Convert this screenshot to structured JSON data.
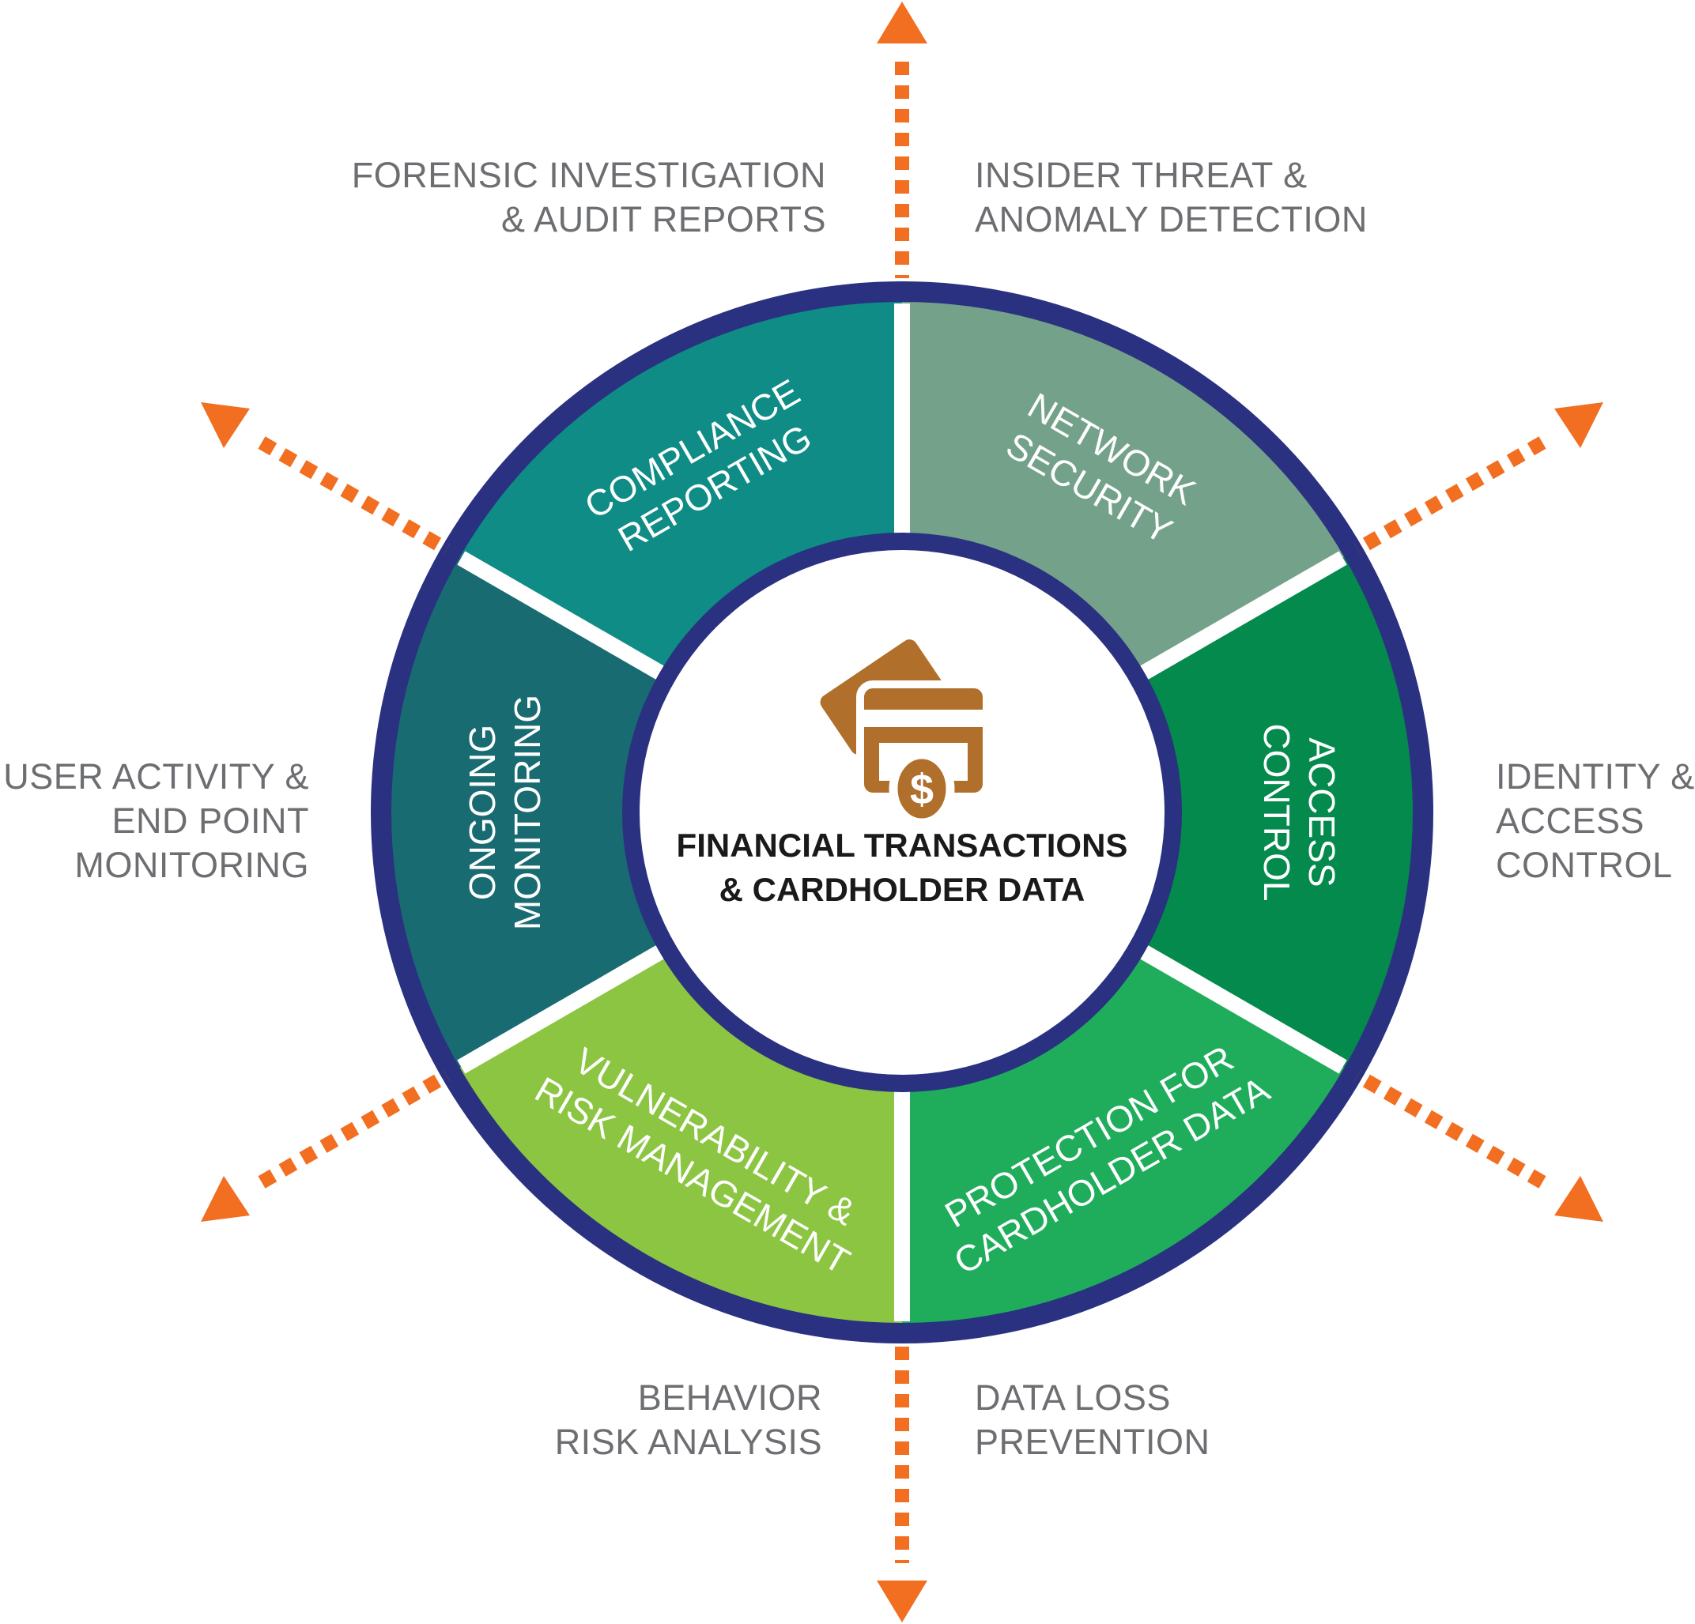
{
  "colors": {
    "orange": "#F26E21",
    "navy": "#2A3180",
    "white": "#FFFFFF",
    "label_gray": "#6D6E71",
    "icon_brown": "#B06F2B",
    "center_text": "#1A1A1A",
    "compliance_teal": "#0E8C85",
    "network_sage": "#74A18A",
    "access_dark_green": "#048A4D",
    "protection_green": "#1FAD5C",
    "vulnerability_light_green": "#8BC541",
    "ongoing_dark_teal": "#196B72"
  },
  "center": {
    "line1": "FINANCIAL TRANSACTIONS",
    "line2": "& CARDHOLDER DATA",
    "icon": "credit-card-dollar-icon",
    "icon_symbol": "$"
  },
  "segments": [
    {
      "id": "network-security",
      "line1": "NETWORK",
      "line2": "SECURITY",
      "color": "#74A18A"
    },
    {
      "id": "access-control",
      "line1": "ACCESS",
      "line2": "CONTROL",
      "color": "#048A4D"
    },
    {
      "id": "protection-for-cardholder-data",
      "line1": "PROTECTION FOR",
      "line2": "CARDHOLDER DATA",
      "color": "#1FAD5C"
    },
    {
      "id": "vulnerability-risk-management",
      "line1": "VULNERABILITY &",
      "line2": "RISK MANAGEMENT",
      "color": "#8BC541"
    },
    {
      "id": "ongoing-monitoring",
      "line1": "ONGOING",
      "line2": "MONITORING",
      "color": "#196B72"
    },
    {
      "id": "compliance-reporting",
      "line1": "COMPLIANCE",
      "line2": "REPORTING",
      "color": "#0E8C85"
    }
  ],
  "outer_labels": [
    {
      "id": "forensic",
      "line1": "FORENSIC INVESTIGATION",
      "line2": "& AUDIT REPORTS",
      "line3": ""
    },
    {
      "id": "insider",
      "line1": "INSIDER THREAT &",
      "line2": "ANOMALY DETECTION",
      "line3": ""
    },
    {
      "id": "identity",
      "line1": "IDENTITY &",
      "line2": "ACCESS",
      "line3": "CONTROL"
    },
    {
      "id": "dataloss",
      "line1": "DATA LOSS",
      "line2": "PREVENTION",
      "line3": ""
    },
    {
      "id": "behavior",
      "line1": "BEHAVIOR",
      "line2": "RISK ANALYSIS",
      "line3": ""
    },
    {
      "id": "useractivity",
      "line1": "USER ACTIVITY &",
      "line2": "END POINT",
      "line3": "MONITORING"
    }
  ]
}
